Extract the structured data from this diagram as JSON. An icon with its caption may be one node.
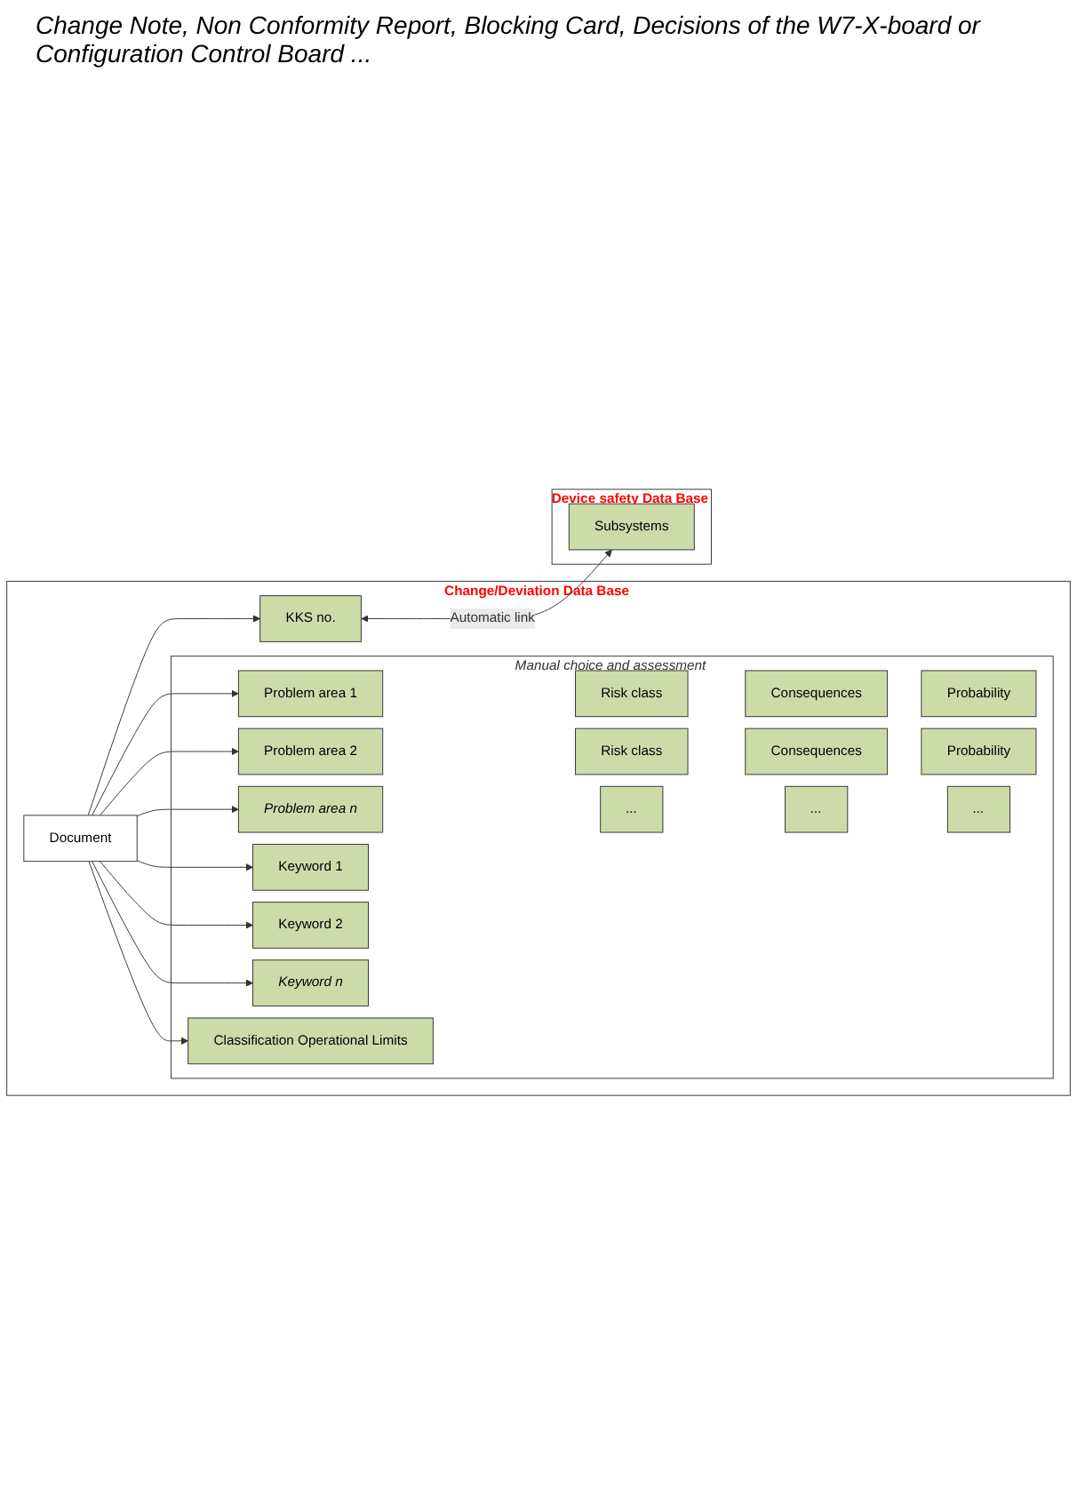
{
  "diagram": {
    "nodes": [
      {
        "text": [
          "Change/Deviation Data Base"
        ]
      },
      {
        "text": [
          "Document"
        ],
        "in": 0
      },
      {
        "text": [
          "KKS no."
        ],
        "in": 0
      },
      {
        "text": [
          "Manual choice and assessment"
        ],
        "in": 0
      },
      {
        "text": [
          "Problem area 1"
        ],
        "in": 3
      },
      {
        "text": [
          "Risk class"
        ],
        "in": 3
      },
      {
        "text": [
          "Consequences"
        ],
        "in": 3
      },
      {
        "text": [
          "Probability"
        ],
        "in": 3
      },
      {
        "text": [
          "Problem area 2"
        ],
        "in": 3
      },
      {
        "text": [
          "Risk class"
        ],
        "in": 3
      },
      {
        "text": [
          "Consequences"
        ],
        "in": 3
      },
      {
        "text": [
          "Probability"
        ],
        "in": 3
      },
      {
        "text": [
          "Problem area n"
        ],
        "in": 3
      },
      {
        "text": [
          "..."
        ],
        "in": 3
      },
      {
        "text": [
          "..."
        ],
        "in": 3
      },
      {
        "text": [
          "..."
        ],
        "in": 3
      },
      {
        "text": [
          "Keyword 1"
        ],
        "in": 3
      },
      {
        "text": [
          "Keyword 2"
        ],
        "in": 3
      },
      {
        "text": [
          "Keyword n"
        ],
        "in": 3
      },
      {
        "text": [
          "Classification Operational Limits"
        ],
        "in": 3
      },
      {
        "text": [
          "Device safety Data Base"
        ]
      },
      {
        "text": [
          "Subsystems"
        ],
        "in": 20
      }
    ],
    "edges": [
      {
        "from": 1,
        "to": 2,
        "arrow": "to"
      },
      {
        "from": 1,
        "to": 4,
        "arrow": "to"
      },
      {
        "from": 1,
        "to": 8,
        "arrow": "to"
      },
      {
        "from": 1,
        "to": 12,
        "arrow": "to"
      },
      {
        "from": 1,
        "to": 16,
        "arrow": "to"
      },
      {
        "from": 1,
        "to": 17,
        "arrow": "to"
      },
      {
        "from": 1,
        "to": 18,
        "arrow": "to"
      },
      {
        "from": 1,
        "to": 19,
        "arrow": "to"
      },
      {
        "from": 2,
        "to": 21,
        "arrow": "both",
        "label": "Automatic link"
      }
    ],
    "labels": [
      "Change Note, Non Conformity Report, Blocking Card, Decisions of the W7-X-board or Configuration Control Board ..."
    ]
  }
}
